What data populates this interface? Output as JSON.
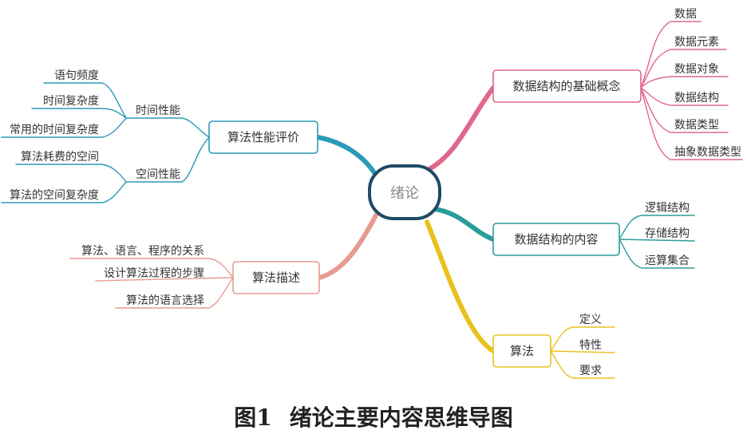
{
  "center": "绪论",
  "caption": {
    "figure": "图1",
    "title": "绪论主要内容思维导图"
  },
  "branches": [
    {
      "label": "数据结构的基础概念",
      "color": "#e0678a",
      "items": [
        "数据",
        "数据元素",
        "数据对象",
        "数据结构",
        "数据类型",
        "抽象数据类型"
      ]
    },
    {
      "label": "数据结构的内容",
      "color": "#2a9d9a",
      "items": [
        "逻辑结构",
        "存储结构",
        "运算集合"
      ]
    },
    {
      "label": "算法",
      "color": "#e8c21c",
      "items": [
        "定义",
        "特性",
        "要求"
      ]
    },
    {
      "label": "算法描述",
      "color": "#e89a90",
      "items": [
        "算法、语言、程序的关系",
        "设计算法过程的步骤",
        "算法的语言选择"
      ]
    },
    {
      "label": "算法性能评价",
      "color": "#2a9ab8",
      "groups": [
        {
          "label": "时间性能",
          "items": [
            "语句频度",
            "时间复杂度",
            "常用的时间复杂度"
          ]
        },
        {
          "label": "空间性能",
          "items": [
            "算法耗费的空间",
            "算法的空间复杂度"
          ]
        }
      ]
    }
  ]
}
